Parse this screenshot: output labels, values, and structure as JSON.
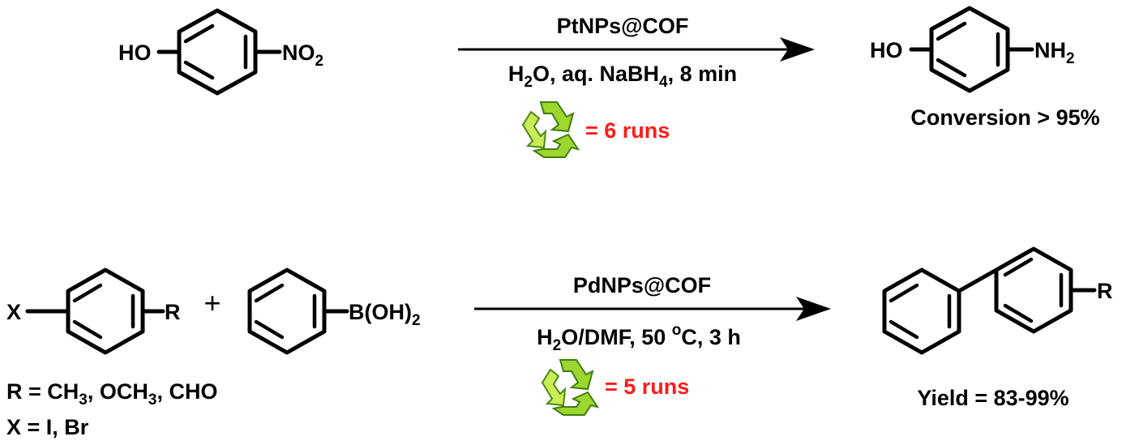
{
  "reaction1": {
    "reactant_oh": "HO",
    "reactant_no": "NO",
    "reactant_no_sub": "2",
    "catalyst": "PtNPs@COF",
    "cond_h": "H",
    "cond_h_sub": "2",
    "cond_mid": "O, aq. NaBH",
    "cond_mid_sub": "4",
    "cond_end": ", 8 min",
    "recycle_text": "= 6 runs",
    "product_oh": "HO",
    "product_nh": "NH",
    "product_nh_sub": "2",
    "result": "Conversion > 95%"
  },
  "reaction2": {
    "reactant_x": "X",
    "reactant_r": "R",
    "plus": "+",
    "boronic_b": "B(OH)",
    "boronic_sub": "2",
    "catalyst": "PdNPs@COF",
    "cond_h": "H",
    "cond_h_sub": "2",
    "cond_mid": "O/DMF, 50 ",
    "cond_sup": "o",
    "cond_end": "C, 3 h",
    "recycle_text": "= 5 runs",
    "product_r": "R",
    "result": "Yield = 83-99%",
    "r_def_a": "R = CH",
    "r_def_a_sub": "3",
    "r_def_b": ", OCH",
    "r_def_b_sub": "3",
    "r_def_c": ", CHO",
    "x_def": "X = I, Br"
  },
  "colors": {
    "highlight_red": "#ff1a1a",
    "recycle_green": "#9cd62e"
  },
  "icons": {
    "recycle": "recycle-icon"
  }
}
